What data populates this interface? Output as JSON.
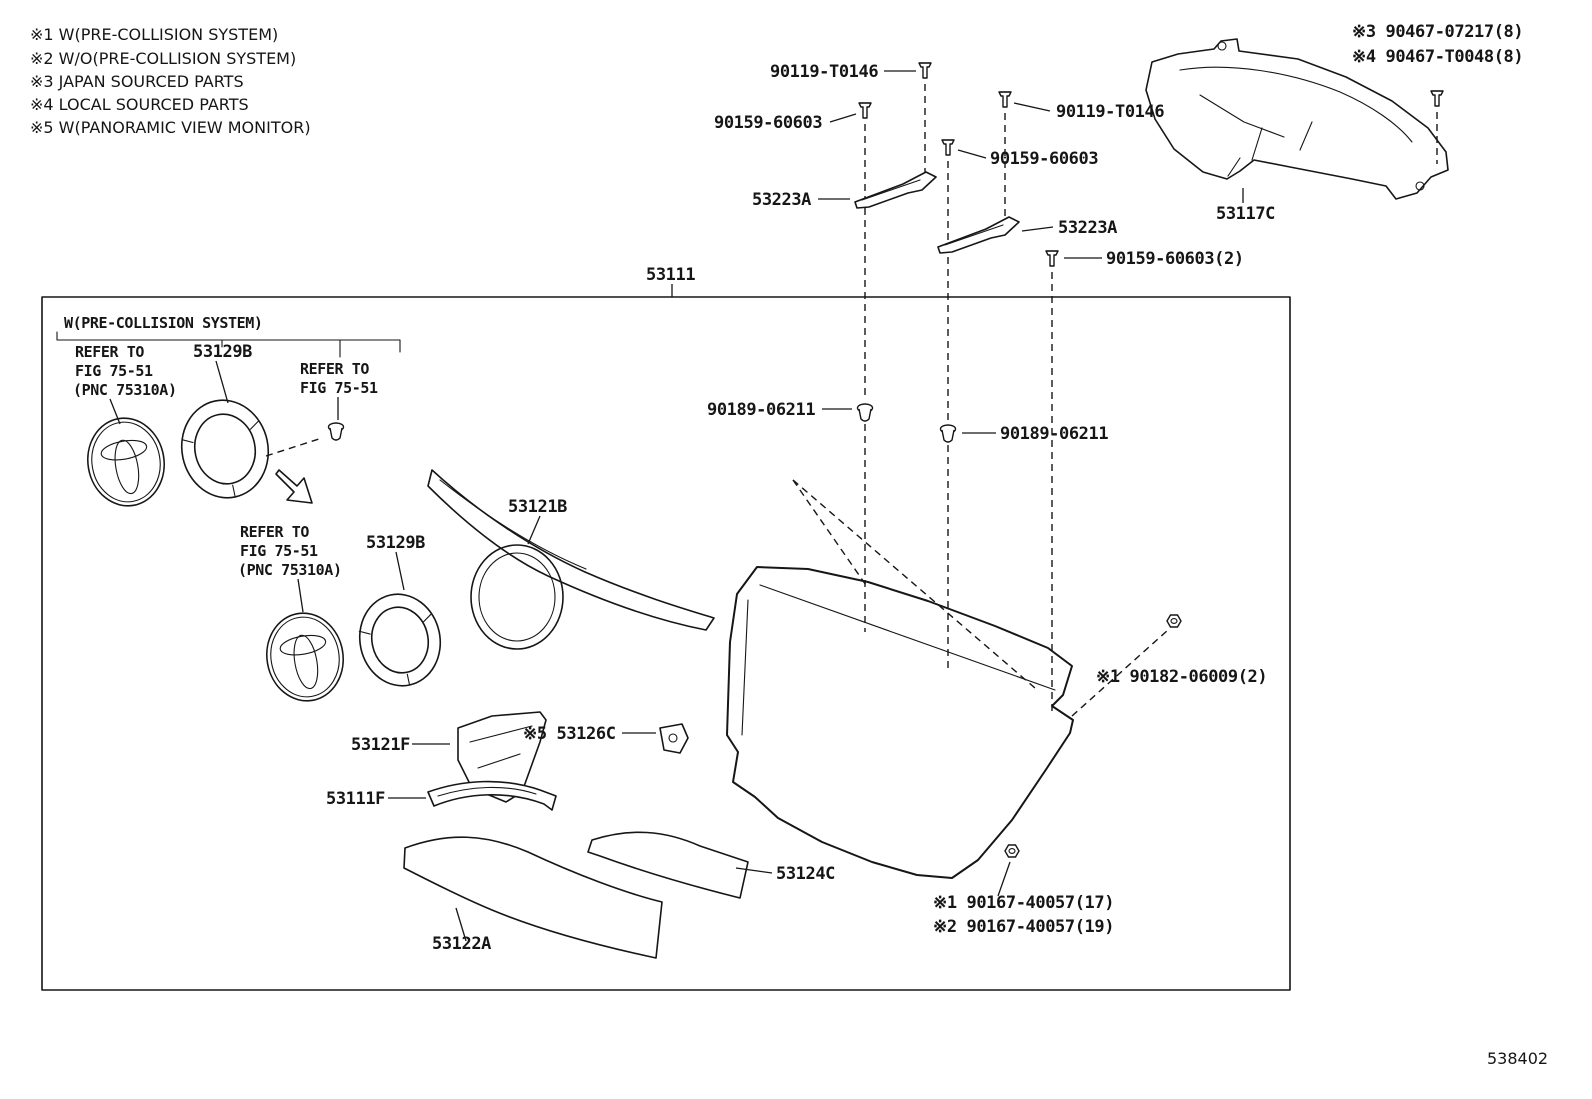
{
  "page": {
    "background": "#ffffff",
    "ink": "#161616",
    "figure_code": "538402"
  },
  "legend": {
    "items": [
      "※1 W(PRE-COLLISION SYSTEM)",
      "※2 W/O(PRE-COLLISION SYSTEM)",
      "※3 JAPAN SOURCED PARTS",
      "※4 LOCAL SOURCED PARTS",
      "※5 W(PANORAMIC VIEW MONITOR)"
    ]
  },
  "corner_notes": {
    "items": [
      "※3 90467-07217(8)",
      "※4 90467-T0048(8)"
    ]
  },
  "inset": {
    "title": "W(PRE-COLLISION SYSTEM)",
    "refer_a": {
      "l1": "REFER TO",
      "l2": "FIG 75-51",
      "l3": "(PNC 75310A)"
    },
    "refer_b": {
      "l1": "REFER TO",
      "l2": "FIG 75-51"
    },
    "refer_c": {
      "l1": "REFER TO",
      "l2": "FIG 75-51",
      "l3": "(PNC 75310A)"
    }
  },
  "labels": {
    "p90119_a": "90119-T0146",
    "p90159_a": "90159-60603",
    "p90119_b": "90119-T0146",
    "p90159_b": "90159-60603",
    "p53223a_a": "53223A",
    "p53223a_b": "53223A",
    "p53117c": "53117C",
    "p90159_c": "90159-60603(2)",
    "p53111": "53111",
    "p90189_a": "90189-06211",
    "p90189_b": "90189-06211",
    "p53121b": "53121B",
    "p53129b_a": "53129B",
    "p53129b_b": "53129B",
    "p90182": "※1 90182-06009(2)",
    "p53121f": "53121F",
    "p53126c": "※5 53126C",
    "p53111f": "53111F",
    "p53124c": "53124C",
    "p90167_a": "※1 90167-40057(17)",
    "p90167_b": "※2 90167-40057(19)",
    "p53122a": "53122A"
  }
}
